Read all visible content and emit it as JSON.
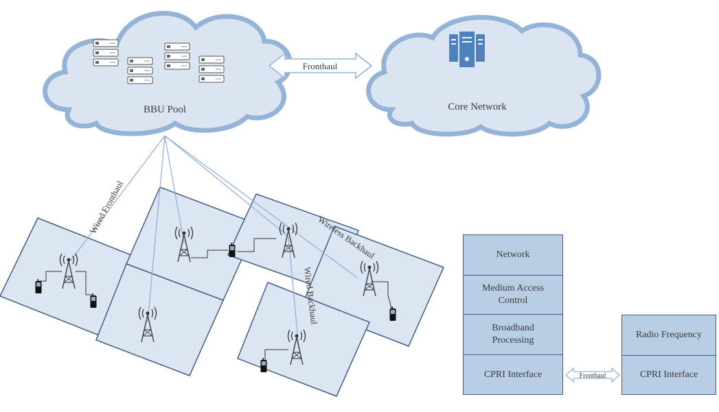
{
  "clouds": {
    "bbu_label": "BBU Pool",
    "core_label": "Core Network"
  },
  "fronthaul_arrow": {
    "label": "Fronthaul"
  },
  "links": {
    "wired_fronthaul": "Wired Fronthaul",
    "wireless_backhaul": "Wireless Backhaul",
    "wired_backhaul": "Wired Backhaul"
  },
  "bbu_stack": {
    "layers": [
      "Network",
      "Medium Access Control",
      "Broadband Processing",
      "CPRI Interface"
    ]
  },
  "rrh_stack": {
    "layers": [
      "Radio Frequency",
      "CPRI Interface"
    ]
  },
  "stack_link": {
    "label": "Fronthaul"
  },
  "colors": {
    "cloud_fill": "#dbe5f1",
    "cloud_stroke": "#95b3d7",
    "cell_fill": "#dce6f2",
    "stack_fill": "#b9cde5",
    "server_blue": "#4f81bd",
    "line_blue": "#8eaadb"
  }
}
